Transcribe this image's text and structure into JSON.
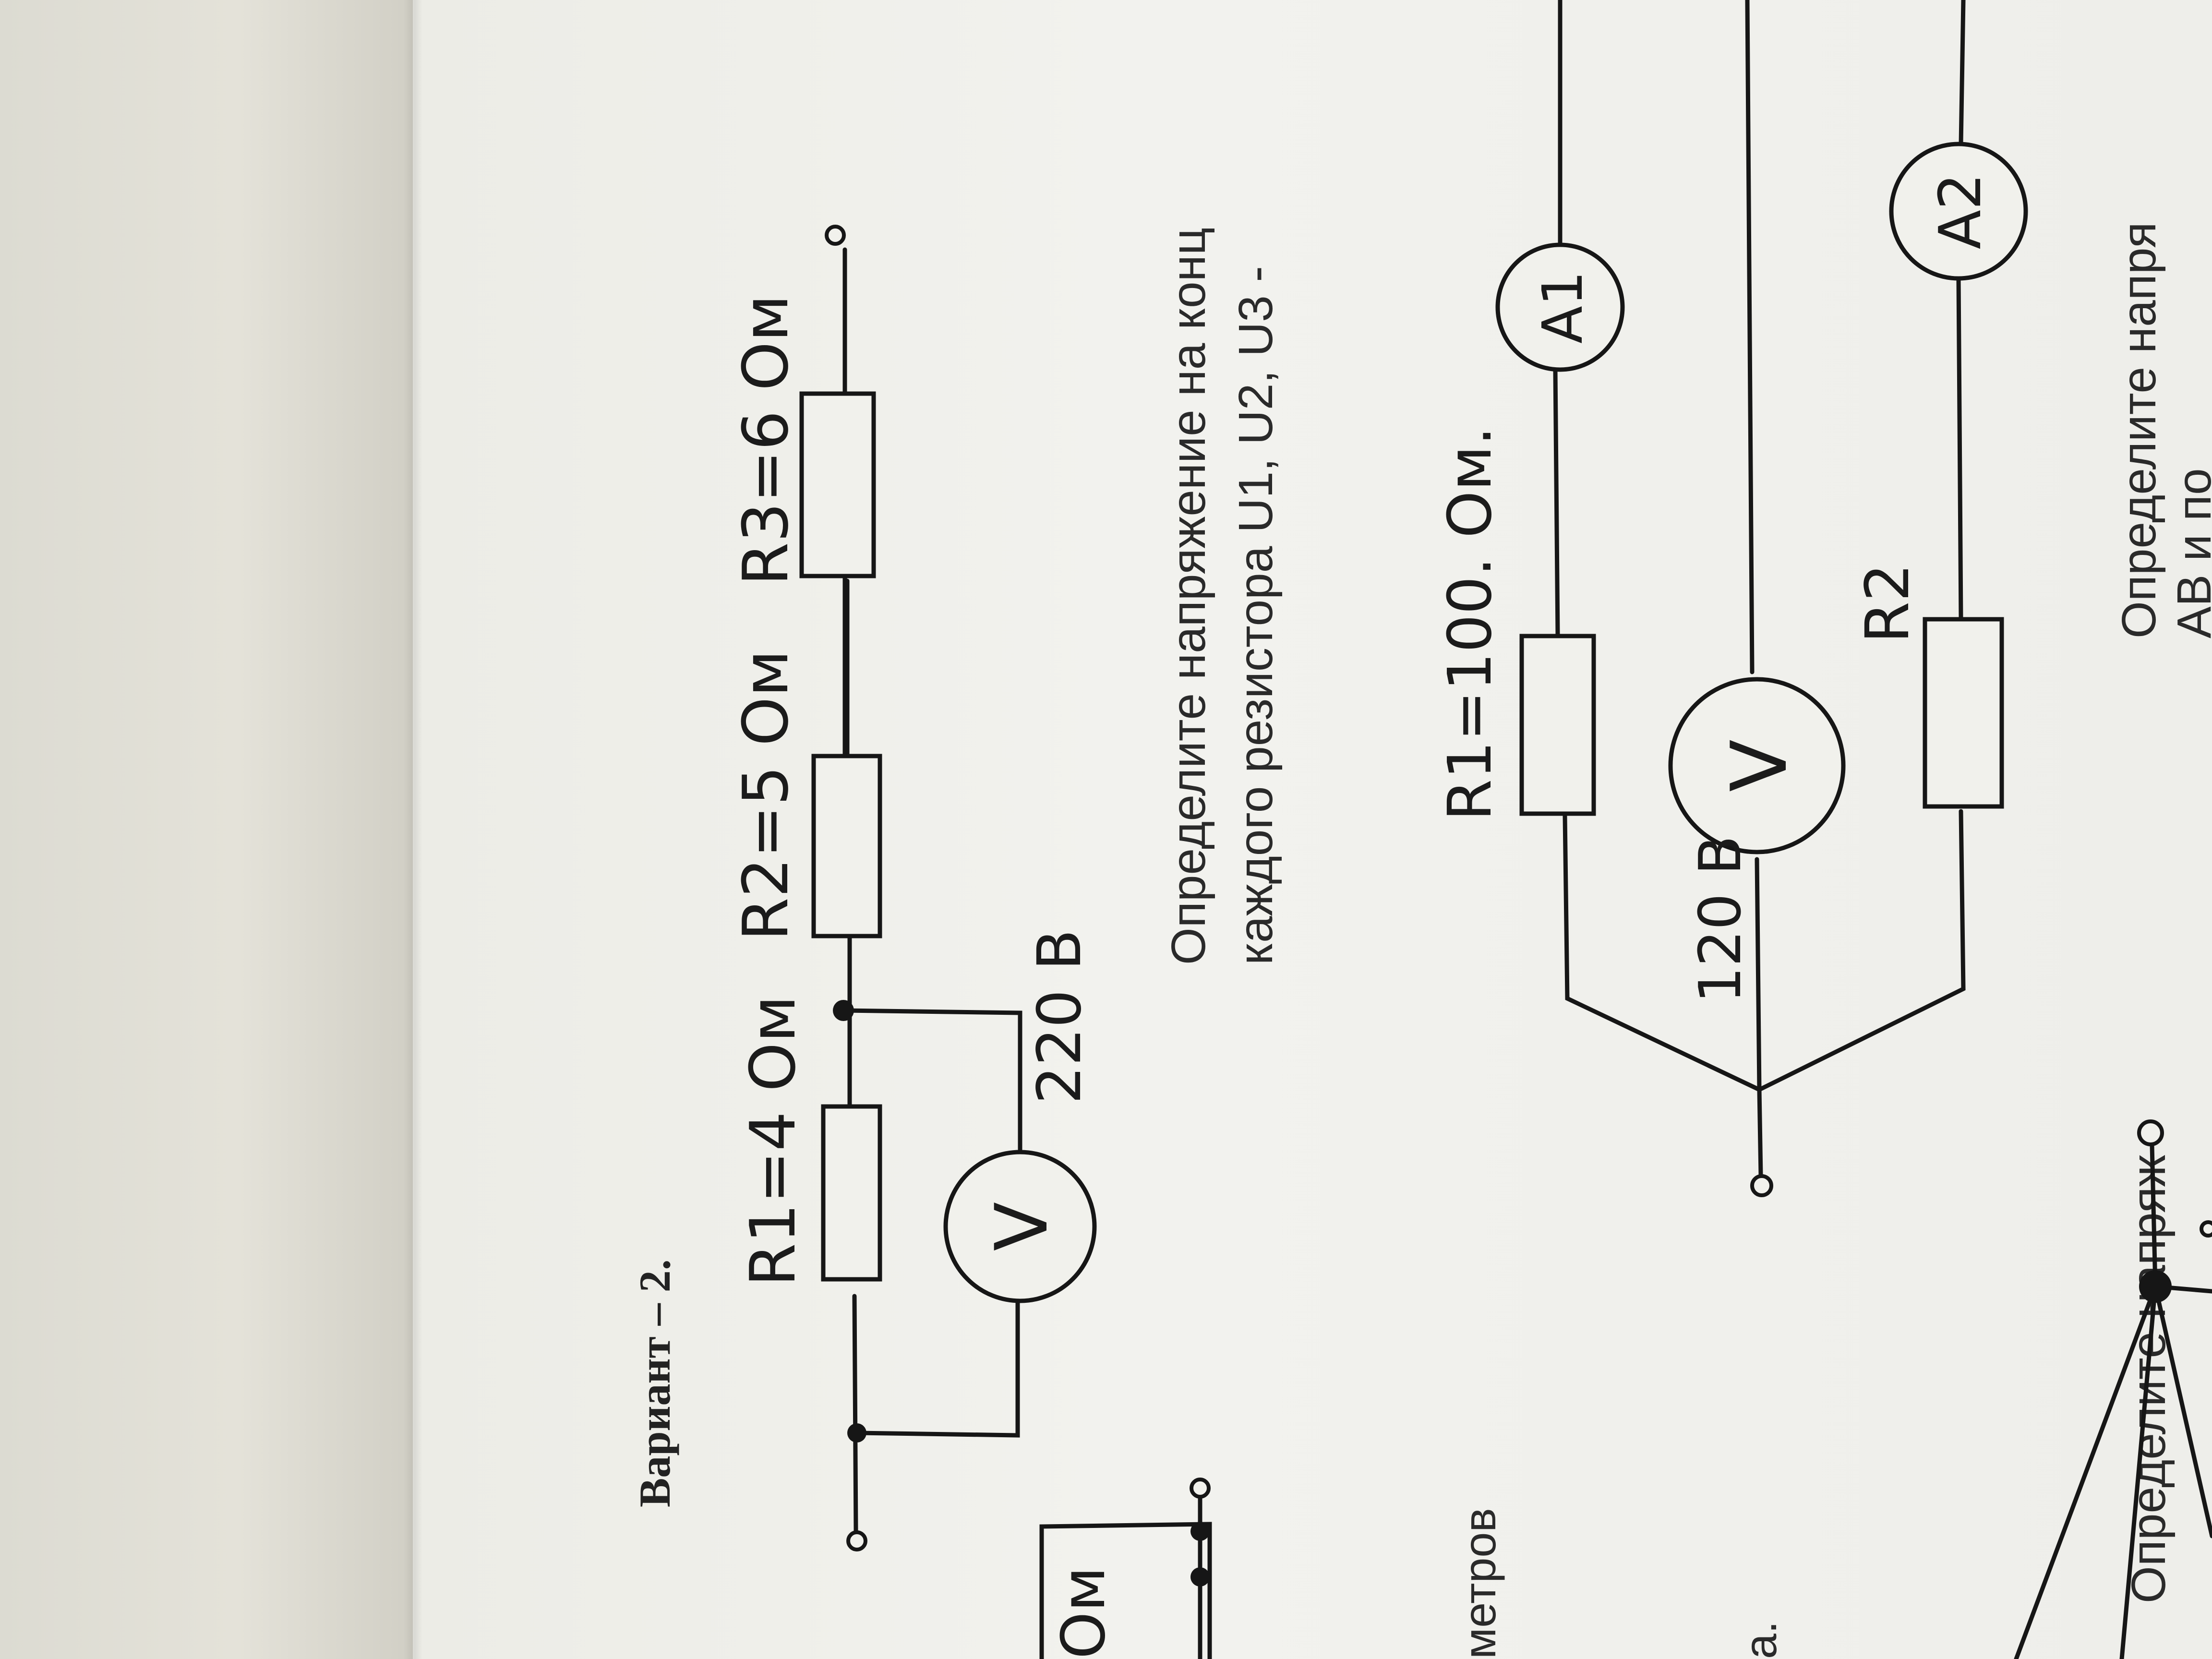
{
  "heading": "Вариант – 2.",
  "diagram1": {
    "r1_label": "R1=4 Ом",
    "r2_label": "R2=5 Ом",
    "r3_label": "R3=6 Ом",
    "voltmeter_symbol": "V",
    "voltmeter_reading": "220 В"
  },
  "task1": {
    "line1": "Определите напряжение на конц",
    "line2": "каждого резистора U1, U2, U3 -"
  },
  "diagram2": {
    "r1_label": "R1=100. Ом.",
    "r2_label": "R2",
    "voltmeter_symbol": "V",
    "voltmeter_reading": "120 В",
    "ammeter1": "A1",
    "ammeter2": "A2"
  },
  "task2": {
    "line1": "Определите напря",
    "line2": "АВ и по"
  },
  "left_fragment": {
    "label_om": "Ом",
    "word_metrov": "метров",
    "word_a": "а."
  },
  "right_fragment": {
    "text": "Определите напряж"
  }
}
